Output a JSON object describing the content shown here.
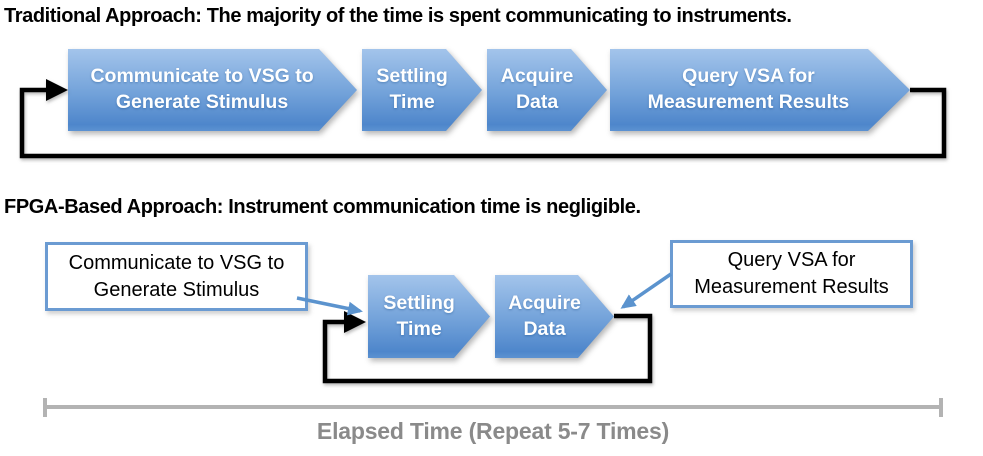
{
  "colors": {
    "chevron_top": "#A3C4EB",
    "chevron_bottom": "#4E86CB",
    "box_border": "#6B9BD2",
    "connector": "#5B93CE",
    "loop": "#000000",
    "bracket": "#B3B3B3",
    "bracket_label": "#8A8A8A"
  },
  "traditional": {
    "title": "Traditional Approach: The majority of the time is spent communicating to instruments.",
    "steps": [
      {
        "label": "Communicate to VSG to\nGenerate Stimulus"
      },
      {
        "label": "Settling\nTime"
      },
      {
        "label": "Acquire\nData"
      },
      {
        "label": "Query VSA for\nMeasurement Results"
      }
    ]
  },
  "fpga": {
    "title": "FPGA-Based Approach: Instrument communication time is negligible.",
    "left_box": "Communicate to VSG to\nGenerate Stimulus",
    "right_box": "Query VSA for\nMeasurement Results",
    "steps": [
      {
        "label": "Settling\nTime"
      },
      {
        "label": "Acquire\nData"
      }
    ],
    "bracket_label": "Elapsed Time (Repeat 5-7 Times)"
  }
}
